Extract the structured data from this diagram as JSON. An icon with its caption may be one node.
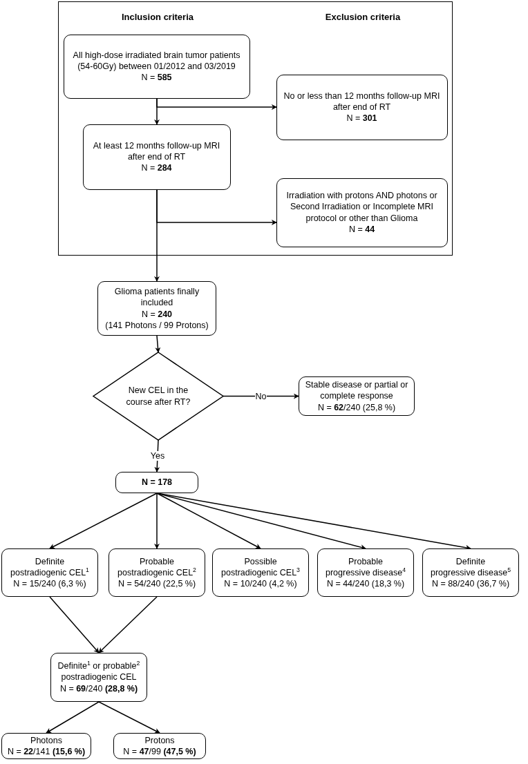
{
  "diagram": {
    "nodes": [
      {
        "text": [
          "Inclusion criteria",
          "Exclusion criteria"
        ]
      },
      {
        "text": [
          "All high-dose irradiated brain tumor patients (54-60Gy) between 01/2012 and 03/2019",
          "N = **585**"
        ],
        "in": 0
      },
      {
        "text": [
          "No or less than 12 months follow-up MRI after end of RT",
          "N = **301**"
        ],
        "in": 0
      },
      {
        "text": [
          "At least 12 months follow-up MRI after end of RT",
          "N = **284**"
        ],
        "in": 0
      },
      {
        "text": [
          "Irradiation with protons AND photons or Second Irradiation or Incomplete MRI protocol or other than Glioma",
          "N = **44**"
        ],
        "in": 0
      },
      {
        "text": [
          "Glioma patients finally included",
          "N = **240**",
          "(141 Photons / 99 Protons)"
        ]
      },
      {
        "text": [
          "New CEL in the course after RT?"
        ]
      },
      {
        "text": [
          "Stable disease or partial or complete response",
          "N = **62**/240 (25,8 %)"
        ]
      },
      {
        "text": [
          "N = 178"
        ]
      },
      {
        "text": [
          "Definite",
          "postradiogenic CEL$^{1}$",
          "N = 15/240 (6,3 %)"
        ]
      },
      {
        "text": [
          "Probable",
          "postradiogenic CEL$^{2}$",
          "N = 54/240 (22,5 %)"
        ]
      },
      {
        "text": [
          "Possible",
          "postradiogenic CEL$^{3}$",
          "N = 10/240 (4,2 %)"
        ]
      },
      {
        "text": [
          "Probable",
          "progressive disease$^{4}$",
          "N = 44/240 (18,3 %)"
        ]
      },
      {
        "text": [
          "Definite",
          "progressive disease$^{5}$",
          "N = 88/240 (36,7 %)"
        ]
      },
      {
        "text": [
          "Definite$^{1}$ or probable$^{2}$ postradiogenic CEL",
          "N = **69**/240 **(28,8 %)**"
        ]
      },
      {
        "text": [
          "Photons",
          "N = **22**/141 **(15,6 %)**"
        ]
      },
      {
        "text": [
          "Protons",
          "N = **47**/99 **(47,5 %)**"
        ]
      }
    ],
    "edges": [
      {
        "from": 1,
        "to": 3,
        "arrow": "to"
      },
      {
        "from": 1,
        "to": 2,
        "arrow": "to"
      },
      {
        "from": 3,
        "to": 5,
        "arrow": "to"
      },
      {
        "from": 3,
        "to": 4,
        "arrow": "to"
      },
      {
        "from": 5,
        "to": 6,
        "arrow": "to"
      },
      {
        "from": 6,
        "to": 7,
        "arrow": "to",
        "label": "No"
      },
      {
        "from": 6,
        "to": 8,
        "arrow": "to",
        "label": "Yes"
      },
      {
        "from": 8,
        "to": 9,
        "arrow": "to"
      },
      {
        "from": 8,
        "to": 10,
        "arrow": "to"
      },
      {
        "from": 8,
        "to": 11,
        "arrow": "to"
      },
      {
        "from": 8,
        "to": 12,
        "arrow": "to"
      },
      {
        "from": 8,
        "to": 13,
        "arrow": "to"
      },
      {
        "from": 9,
        "to": 14,
        "arrow": "to"
      },
      {
        "from": 10,
        "to": 14,
        "arrow": "to"
      },
      {
        "from": 14,
        "to": 15,
        "arrow": "to"
      },
      {
        "from": 14,
        "to": 16,
        "arrow": "to"
      }
    ]
  }
}
